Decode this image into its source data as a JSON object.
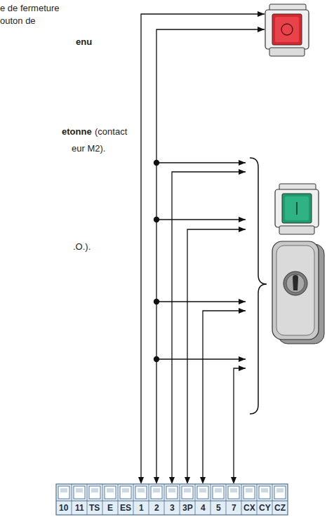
{
  "diagram": {
    "labels": [
      "e de fermeture",
      "outon de",
      "enu",
      "etonne",
      "(contact",
      "eur M2).",
      ".O.).",
      "10",
      "11",
      "TS",
      "E",
      "ES",
      "1",
      "2",
      "3",
      "3P",
      "4",
      "5",
      "7",
      "CX",
      "CY",
      "CZ"
    ]
  }
}
